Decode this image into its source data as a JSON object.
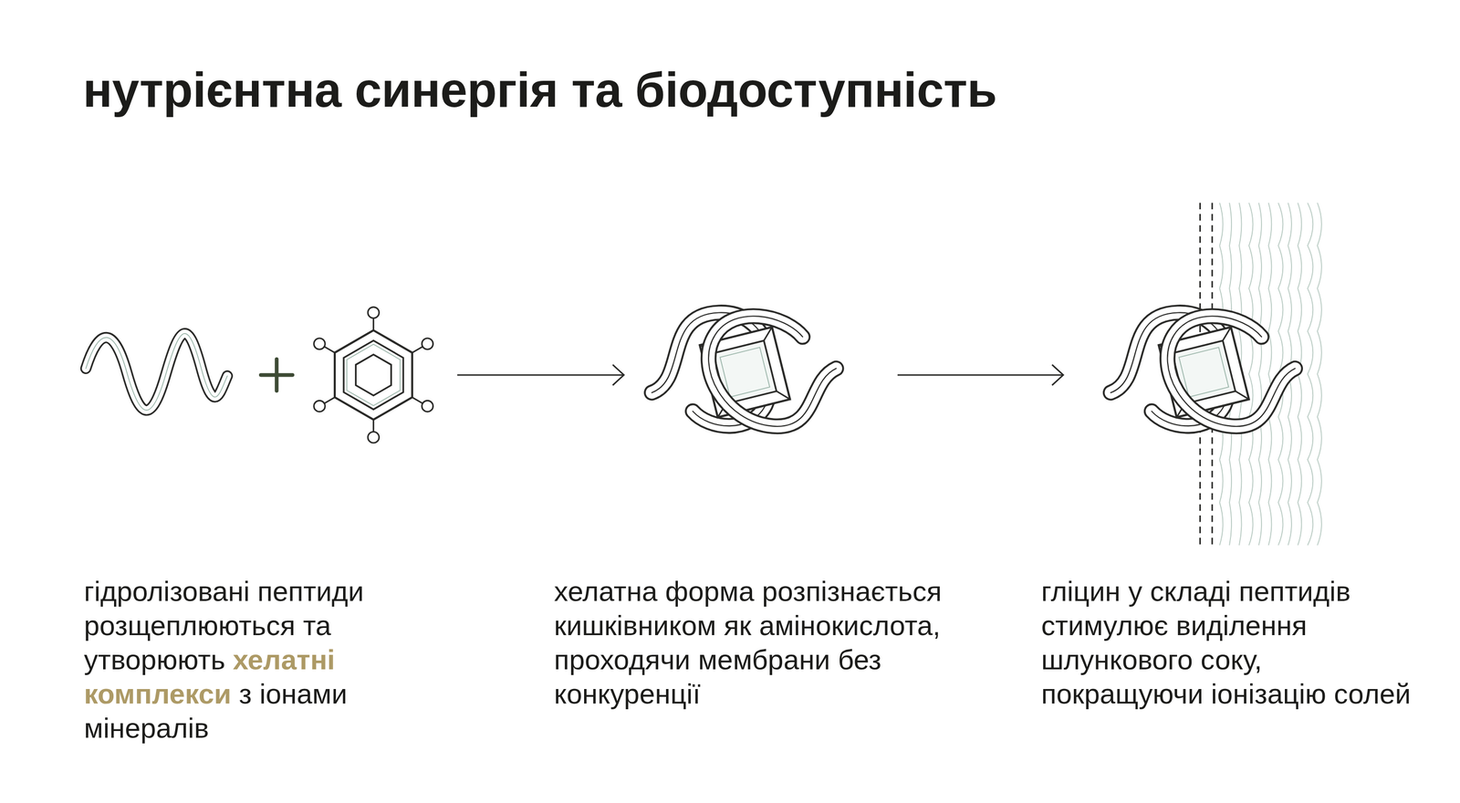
{
  "diagram": {
    "title": "нутрієнтна синергія та біодоступність",
    "labels": [
      "гідролізовані пептиди розщеплюються та утворюють",
      "хелатні комплекси",
      "з іонами мінералів",
      "хелатна форма розпізнається кишківником як амінокислота, проходячи мембрани без конкуренції",
      "гліцин у складі пептидів стимулює виділення шлункового соку, покращуючи іонізацію солей"
    ]
  }
}
